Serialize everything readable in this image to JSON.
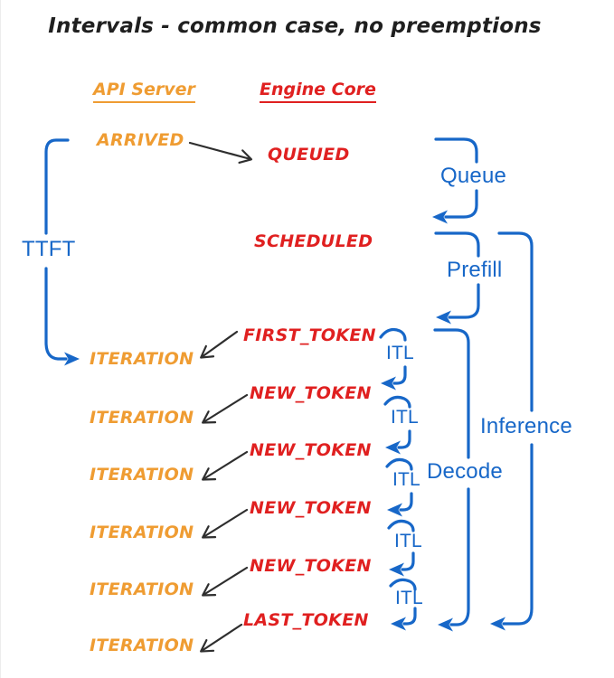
{
  "title": "Intervals - common case, no preemptions",
  "columns": {
    "api_server": "API Server",
    "engine_core": "Engine Core"
  },
  "api_events": {
    "arrived": "ARRIVED",
    "iterations": [
      "ITERATION",
      "ITERATION",
      "ITERATION",
      "ITERATION",
      "ITERATION",
      "ITERATION"
    ]
  },
  "engine_events": {
    "queued": "QUEUED",
    "scheduled": "SCHEDULED",
    "first_token": "FIRST_TOKEN",
    "new_tokens": [
      "NEW_TOKEN",
      "NEW_TOKEN",
      "NEW_TOKEN",
      "NEW_TOKEN"
    ],
    "last_token": "LAST_TOKEN"
  },
  "intervals": {
    "ttft": "TTFT",
    "queue": "Queue",
    "prefill": "Prefill",
    "decode": "Decode",
    "inference": "Inference",
    "itl": [
      "ITL",
      "ITL",
      "ITL",
      "ITL",
      "ITL"
    ]
  },
  "colors": {
    "api_server_text": "#EF9C32",
    "engine_core_text": "#E02020",
    "interval_text": "#1767C8",
    "arrow_stroke": "#2E2E2E",
    "background": "#FFFFFF"
  }
}
